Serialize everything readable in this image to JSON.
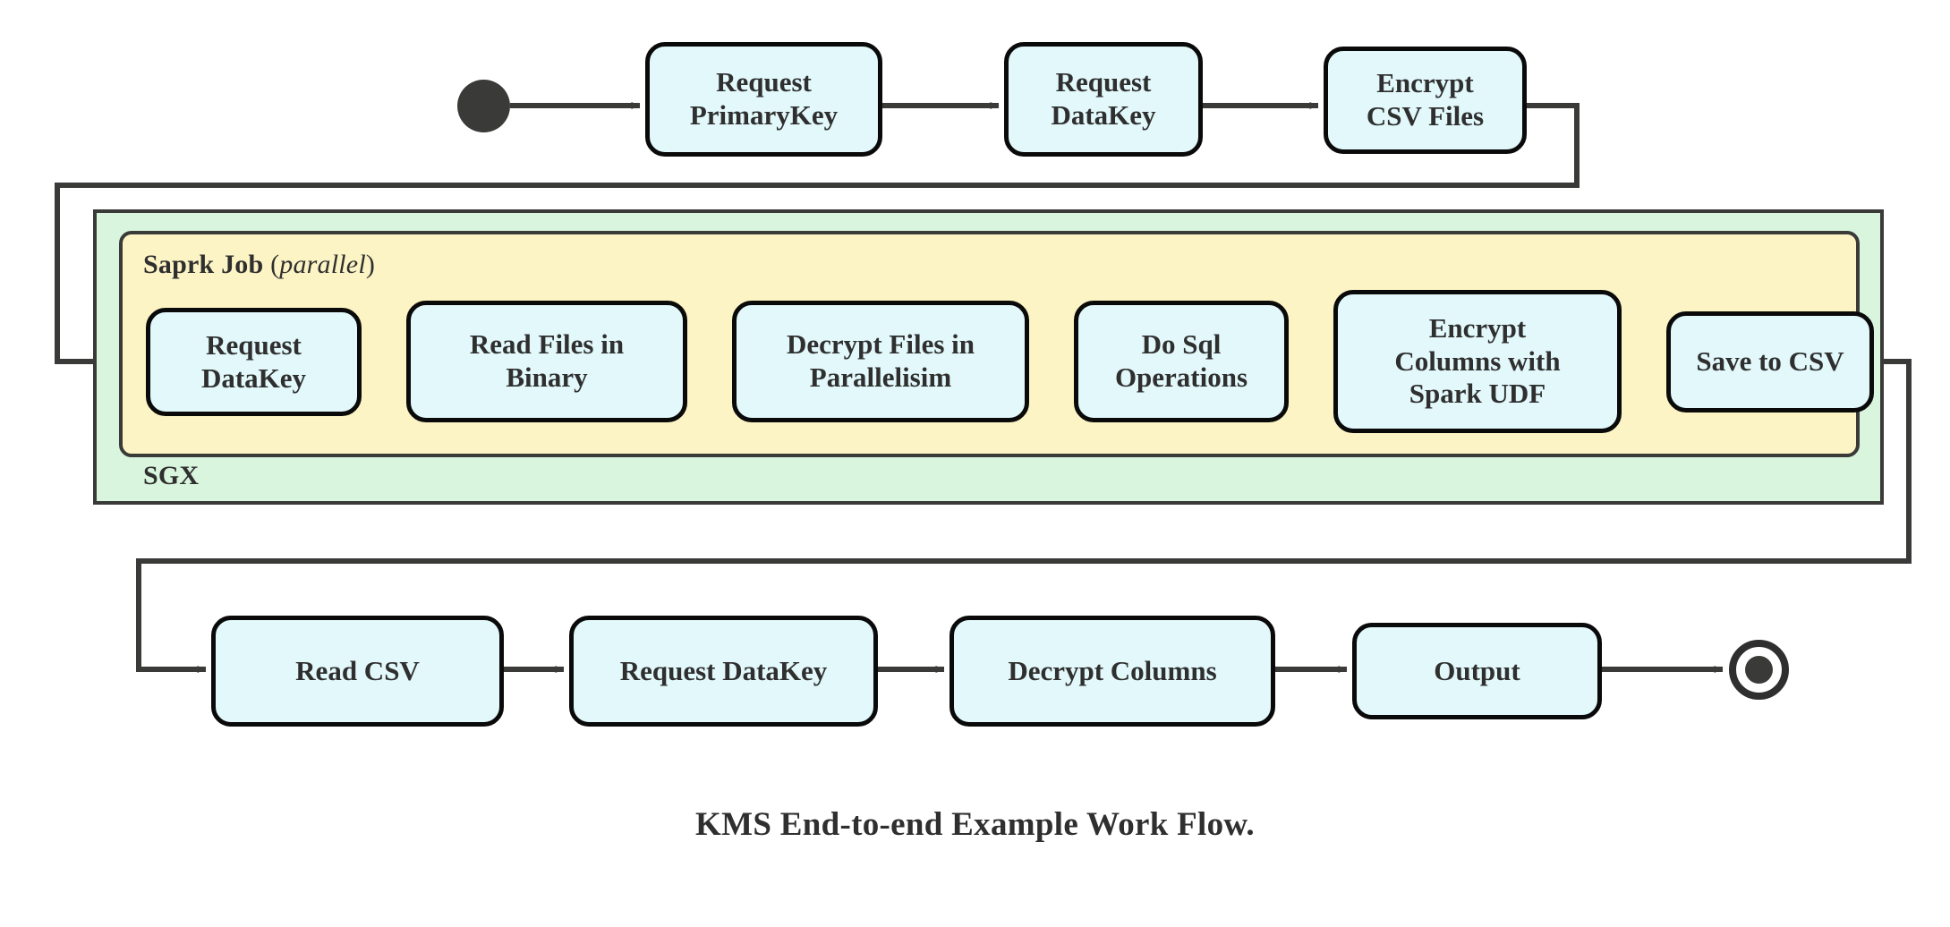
{
  "diagram": {
    "caption": "KMS End-to-end Example Work Flow.",
    "colors": {
      "node_fill": "#e2f8fb",
      "node_stroke": "#0a0a0a",
      "sgx_fill": "#d9f5dd",
      "spark_fill": "#fcf4c4",
      "edge_stroke": "#3a3a38",
      "background": "#ffffff"
    },
    "containers": {
      "sgx": {
        "label": "SGX"
      },
      "spark": {
        "label_bold": "Saprk Job",
        "label_paren_open": "(",
        "label_italic": "parallel",
        "label_paren_close": ")"
      }
    },
    "markers": {
      "start": "start-node",
      "end": "end-node"
    },
    "rows": {
      "top": [
        {
          "id": "request-primarykey",
          "lines": [
            "Request",
            "PrimaryKey"
          ]
        },
        {
          "id": "request-datakey-top",
          "lines": [
            "Request",
            "DataKey"
          ]
        },
        {
          "id": "encrypt-csv-files",
          "lines": [
            "Encrypt",
            "CSV Files"
          ]
        }
      ],
      "spark": [
        {
          "id": "request-datakey-spark",
          "lines": [
            "Request",
            "DataKey"
          ]
        },
        {
          "id": "read-files-in-binary",
          "lines": [
            "Read Files in",
            "Binary"
          ]
        },
        {
          "id": "decrypt-files-in-parallelisim",
          "lines": [
            "Decrypt Files in",
            "Parallelisim"
          ]
        },
        {
          "id": "do-sql-operations",
          "lines": [
            "Do Sql",
            "Operations"
          ]
        },
        {
          "id": "encrypt-columns-with-spark-udf",
          "lines": [
            "Encrypt",
            "Columns with",
            "Spark UDF"
          ]
        },
        {
          "id": "save-to-csv",
          "lines": [
            "Save to CSV"
          ]
        }
      ],
      "bottom": [
        {
          "id": "read-csv",
          "lines": [
            "Read CSV"
          ]
        },
        {
          "id": "request-datakey-bottom",
          "lines": [
            "Request DataKey"
          ]
        },
        {
          "id": "decrypt-columns",
          "lines": [
            "Decrypt Columns"
          ]
        },
        {
          "id": "output",
          "lines": [
            "Output"
          ]
        }
      ]
    }
  },
  "chart_data": {
    "type": "diagram",
    "title": "KMS End-to-end Example Work Flow.",
    "nodes": [
      {
        "id": "start",
        "type": "start-marker",
        "label": ""
      },
      {
        "id": "request-primarykey",
        "type": "activity",
        "label": "Request PrimaryKey",
        "group": null
      },
      {
        "id": "request-datakey-top",
        "type": "activity",
        "label": "Request DataKey",
        "group": null
      },
      {
        "id": "encrypt-csv-files",
        "type": "activity",
        "label": "Encrypt CSV Files",
        "group": null
      },
      {
        "id": "request-datakey-spark",
        "type": "activity",
        "label": "Request DataKey",
        "group": "Saprk Job (parallel)"
      },
      {
        "id": "read-files-in-binary",
        "type": "activity",
        "label": "Read Files in Binary",
        "group": "Saprk Job (parallel)"
      },
      {
        "id": "decrypt-files-in-parallelisim",
        "type": "activity",
        "label": "Decrypt Files in Parallelisim",
        "group": "Saprk Job (parallel)"
      },
      {
        "id": "do-sql-operations",
        "type": "activity",
        "label": "Do Sql Operations",
        "group": "Saprk Job (parallel)"
      },
      {
        "id": "encrypt-columns-with-spark-udf",
        "type": "activity",
        "label": "Encrypt Columns with Spark UDF",
        "group": "Saprk Job (parallel)"
      },
      {
        "id": "save-to-csv",
        "type": "activity",
        "label": "Save to CSV",
        "group": "Saprk Job (parallel)"
      },
      {
        "id": "read-csv",
        "type": "activity",
        "label": "Read CSV",
        "group": null
      },
      {
        "id": "request-datakey-bottom",
        "type": "activity",
        "label": "Request DataKey",
        "group": null
      },
      {
        "id": "decrypt-columns",
        "type": "activity",
        "label": "Decrypt Columns",
        "group": null
      },
      {
        "id": "output",
        "type": "activity",
        "label": "Output",
        "group": null
      },
      {
        "id": "end",
        "type": "end-marker",
        "label": ""
      }
    ],
    "groups": [
      {
        "id": "sgx",
        "label": "SGX",
        "contains": [
          "spark"
        ]
      },
      {
        "id": "spark",
        "label": "Saprk Job (parallel)",
        "contains": [
          "request-datakey-spark",
          "read-files-in-binary",
          "decrypt-files-in-parallelisim",
          "do-sql-operations",
          "encrypt-columns-with-spark-udf",
          "save-to-csv"
        ]
      }
    ],
    "edges": [
      {
        "from": "start",
        "to": "request-primarykey"
      },
      {
        "from": "request-primarykey",
        "to": "request-datakey-top"
      },
      {
        "from": "request-datakey-top",
        "to": "encrypt-csv-files"
      },
      {
        "from": "encrypt-csv-files",
        "to": "request-datakey-spark"
      },
      {
        "from": "request-datakey-spark",
        "to": "read-files-in-binary"
      },
      {
        "from": "read-files-in-binary",
        "to": "decrypt-files-in-parallelisim"
      },
      {
        "from": "decrypt-files-in-parallelisim",
        "to": "do-sql-operations"
      },
      {
        "from": "do-sql-operations",
        "to": "encrypt-columns-with-spark-udf"
      },
      {
        "from": "encrypt-columns-with-spark-udf",
        "to": "save-to-csv"
      },
      {
        "from": "save-to-csv",
        "to": "read-csv"
      },
      {
        "from": "read-csv",
        "to": "request-datakey-bottom"
      },
      {
        "from": "request-datakey-bottom",
        "to": "decrypt-columns"
      },
      {
        "from": "decrypt-columns",
        "to": "output"
      },
      {
        "from": "output",
        "to": "end"
      }
    ]
  }
}
